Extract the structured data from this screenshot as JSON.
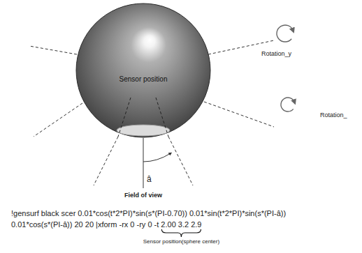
{
  "diagram": {
    "nodes": [
      {
        "text": [
          "Sensor position"
        ]
      }
    ],
    "labels": [
      "Rotation_y",
      "Rotation_",
      "â",
      "Field of view",
      "!gensurf  black  scer 0.01*cos(t*2*PI)*sin(s*(PI-0.70)) 0.01*sin(t*2*PI)*sin(s*(PI-â))",
      "0.01*cos(s*(PI-â)) 20 20 |xform -rx 0 -ry 0 -t 2.00 3.2 2.9",
      "Sensor position(sphere center)"
    ]
  }
}
